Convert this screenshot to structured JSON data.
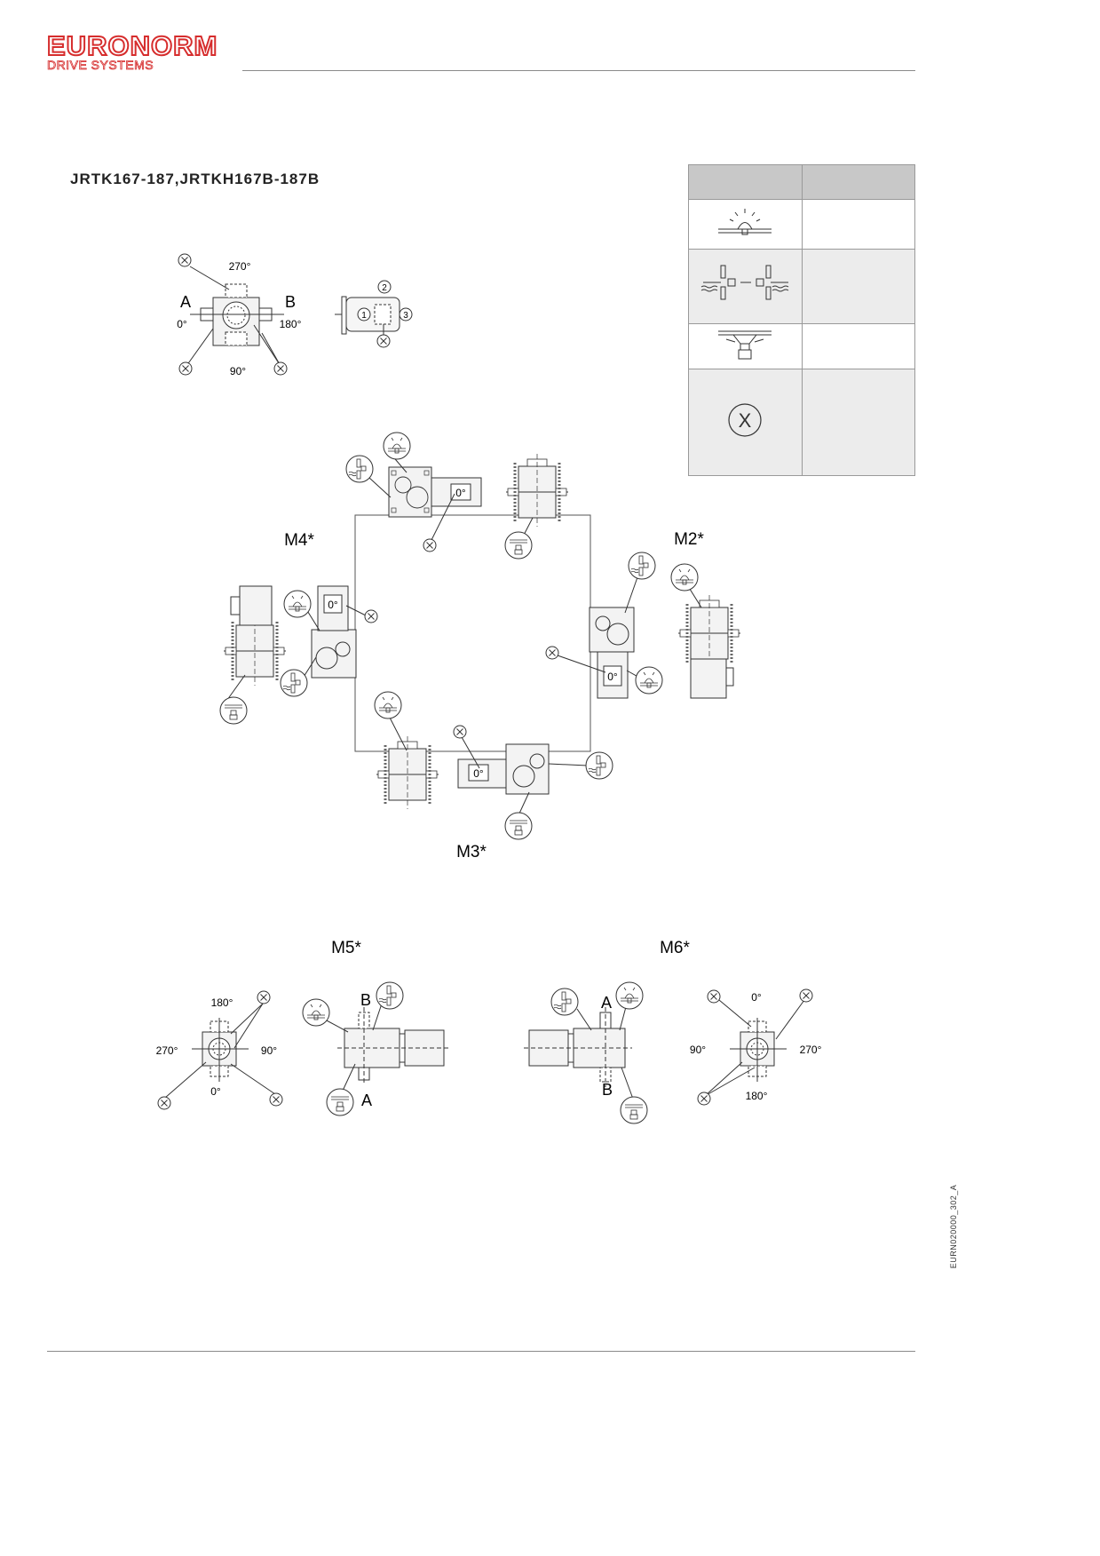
{
  "header": {
    "brand_name": "EURONORM",
    "brand_subtitle": "DRIVE SYSTEMS",
    "brand_color": "#d62d2d"
  },
  "document": {
    "title": "JRTK167-187,JRTKH167B-187B"
  },
  "orientation_diagram": {
    "angles": [
      "270°",
      "0°",
      "180°",
      "90°"
    ],
    "sides": [
      "A",
      "B"
    ],
    "positions": [
      "1",
      "2",
      "3"
    ],
    "vent_mark": "X"
  },
  "mounting_positions": {
    "m4_label": "M4*",
    "m2_label": "M2*",
    "m3_label": "M3*",
    "m5_label": "M5*",
    "m6_label": "M6*",
    "zero_marker": "0°",
    "m5_angles": [
      "180°",
      "270°",
      "90°",
      "0°"
    ],
    "m5_sides": [
      "B",
      "A"
    ],
    "m6_angles": [
      "0°",
      "90°",
      "270°",
      "180°"
    ],
    "m6_sides": [
      "A",
      "B"
    ]
  },
  "legend": {
    "header_fill": "#c8c8c8",
    "alt_row_fill": "#ececec",
    "vent_symbol": "X"
  },
  "footer": {
    "document_code": "EURN020000_302_A"
  }
}
